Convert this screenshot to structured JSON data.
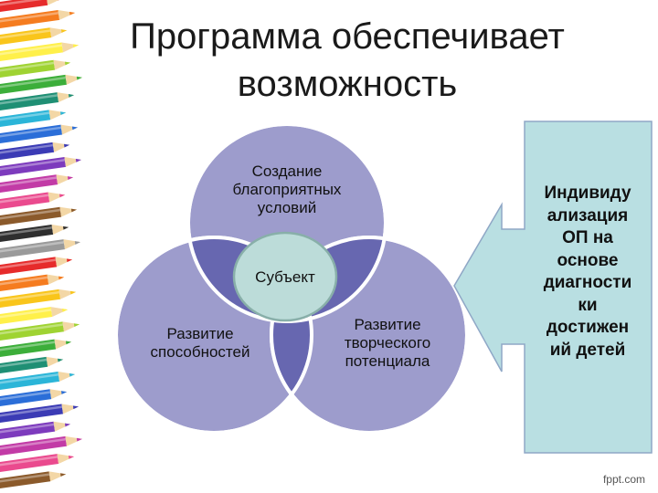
{
  "title": {
    "line1": "Программа обеспечивает",
    "line2": "возможность"
  },
  "venn": {
    "top": [
      "Создание",
      "благоприятных",
      "условий"
    ],
    "center": "Субъект",
    "left": [
      "Развитие",
      "способностей"
    ],
    "right": [
      "Развитие",
      "творческого",
      "потенциала"
    ]
  },
  "callout": [
    "Индивиду",
    "ализация",
    "ОП на",
    "основе",
    "диагности",
    "ки",
    "достижен",
    "ий детей"
  ],
  "watermark": "fppt.com",
  "colors": {
    "circle_fill": "#9d9ccc",
    "circle_stroke": "#ffffff",
    "overlap": "#6767b0",
    "center_fill": "#bcdcd9",
    "center_stroke": "#88afa9",
    "callout_fill": "#b9dfe2",
    "callout_stroke": "#8fa7c6",
    "background": "#ffffff"
  },
  "decoration": {
    "pencil_colors": [
      "#e62b2b",
      "#f57c1f",
      "#f9c51b",
      "#fff04a",
      "#9fd332",
      "#3cae3a",
      "#1f8f74",
      "#2bb5d8",
      "#2b6ed8",
      "#3b3bb5",
      "#7d3bbd",
      "#c23ba6",
      "#ea4a8e",
      "#8b5a2b",
      "#2f2f2f",
      "#9a9a9a"
    ]
  }
}
